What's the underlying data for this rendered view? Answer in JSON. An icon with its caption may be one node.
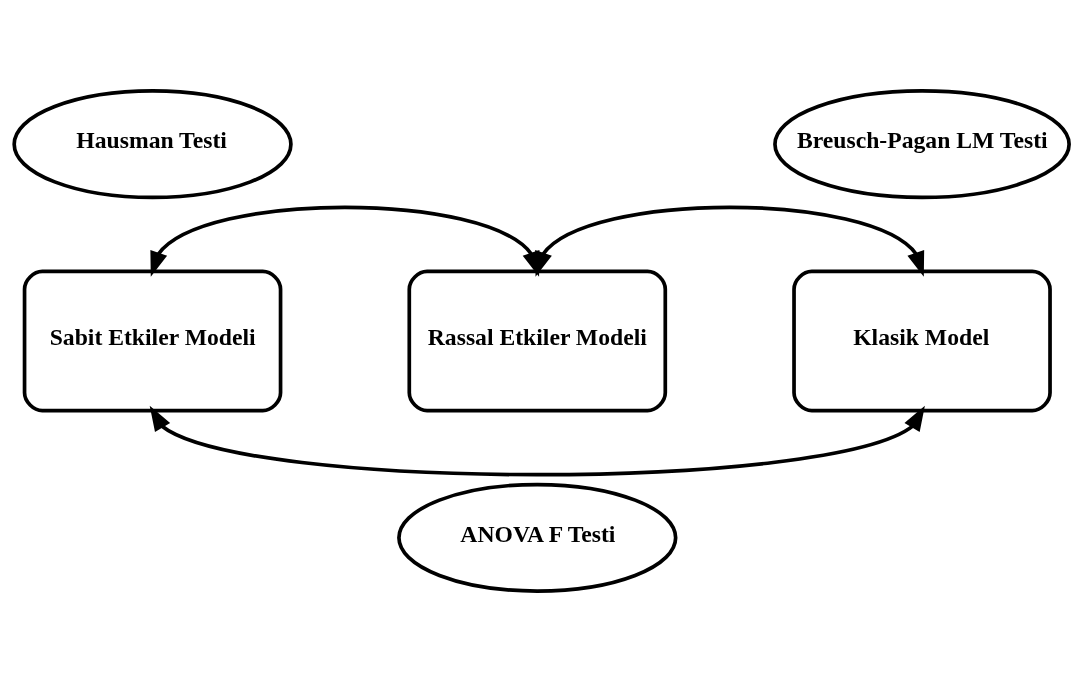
{
  "diagram": {
    "nodes": [
      {
        "text": [
          "Hausman Testi"
        ]
      },
      {
        "text": [
          "Breusch-Pagan LM Testi"
        ]
      },
      {
        "text": [
          "Sabit Etkiler Modeli"
        ]
      },
      {
        "text": [
          "Rassal Etkiler Modeli"
        ]
      },
      {
        "text": [
          "Klasik Model"
        ]
      },
      {
        "text": [
          "ANOVA F Testi"
        ]
      }
    ],
    "edges": [
      {
        "from": 2,
        "to": 3,
        "arrow": "both"
      },
      {
        "from": 3,
        "to": 4,
        "arrow": "both"
      },
      {
        "from": 2,
        "to": 4,
        "arrow": "both"
      }
    ]
  }
}
